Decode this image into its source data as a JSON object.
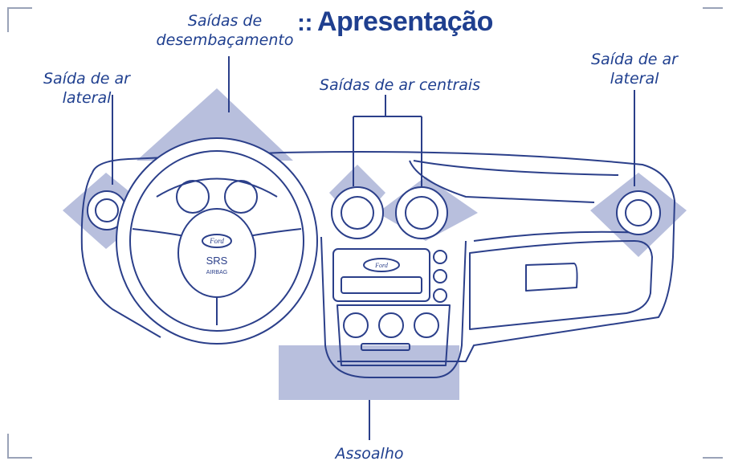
{
  "title": {
    "prefix": "::",
    "text": "Apresentação"
  },
  "labels": {
    "left_vent": [
      "Saída de ar",
      "lateral"
    ],
    "defrost": [
      "Saídas de",
      "desembaçamento"
    ],
    "center_vents": "Saídas de ar centrais",
    "right_vent": [
      "Saída de ar",
      "lateral"
    ],
    "floor": "Assoalho"
  },
  "airbag_text": [
    "SRS",
    "AIRBAG"
  ],
  "brand_badge": "Ford",
  "colors": {
    "ink": "#1f3f8f",
    "airflow": "#b8bfdd",
    "line": "#2b3f8a"
  }
}
